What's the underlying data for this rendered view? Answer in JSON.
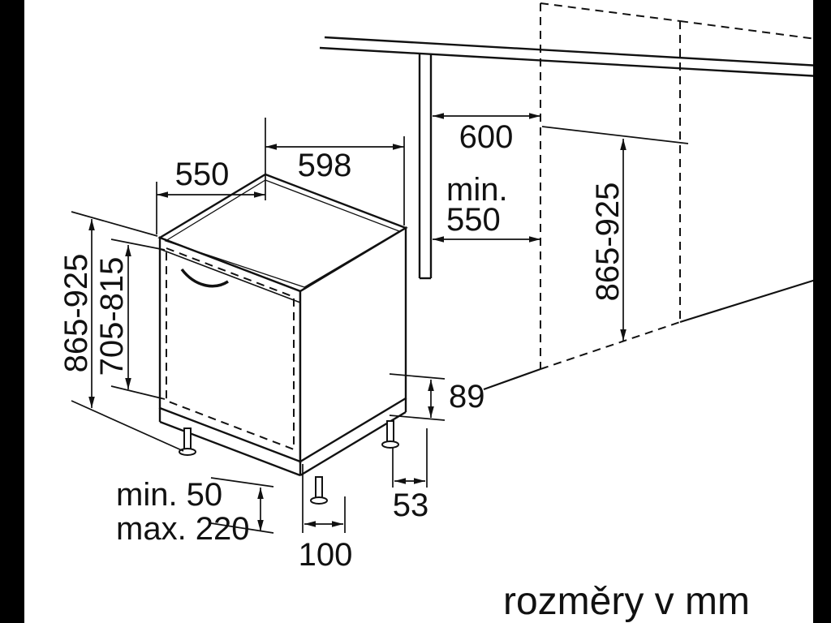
{
  "caption": {
    "text": "rozměry v mm"
  },
  "colors": {
    "line": "#000000",
    "background": "#ffffff",
    "frame": "#000000"
  },
  "dims": {
    "top_depth": "550",
    "top_width": "598",
    "niche_width": "600",
    "niche_min_depth_prefix": "min.",
    "niche_min_depth_value": "550",
    "niche_height": "865-925",
    "appliance_height": "865-925",
    "door_panel_height": "705-815",
    "rear_clearance": "89",
    "foot_adjust_min": "min. 50",
    "foot_adjust_max": "max. 220",
    "plinth_depth": "100",
    "rear_foot_offset": "53"
  }
}
